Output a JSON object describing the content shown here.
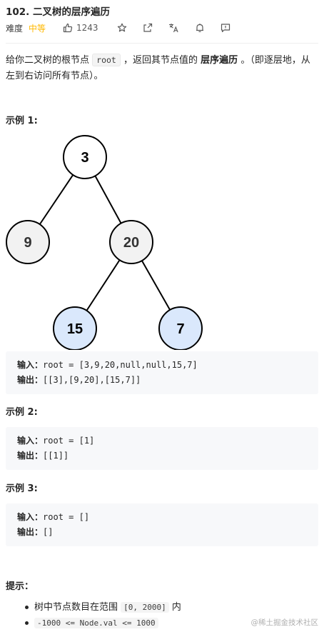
{
  "problem": {
    "title": "102. 二叉树的层序遍历",
    "difficulty_label": "难度",
    "difficulty": "中等",
    "likes": "1243"
  },
  "description": {
    "part1": "给你二叉树的根节点",
    "code_root": "root",
    "part2": "，返回其节点值的",
    "emphasis": "层序遍历",
    "part3": "。（即逐层地，从左到右访问所有节点）。"
  },
  "examples": [
    {
      "title": "示例 1:",
      "input_label": "输入：",
      "input": "root = [3,9,20,null,null,15,7]",
      "output_label": "输出：",
      "output": "[[3],[9,20],[15,7]]"
    },
    {
      "title": "示例 2:",
      "input_label": "输入：",
      "input": "root = [1]",
      "output_label": "输出：",
      "output": "[[1]]"
    },
    {
      "title": "示例 3:",
      "input_label": "输入：",
      "input": "root = []",
      "output_label": "输出：",
      "output": "[]"
    }
  ],
  "tree": {
    "nodes": [
      {
        "label": "3",
        "style": "normal"
      },
      {
        "label": "9",
        "style": "normal"
      },
      {
        "label": "20",
        "style": "normal"
      },
      {
        "label": "15",
        "style": "highlight"
      },
      {
        "label": "7",
        "style": "highlight"
      }
    ],
    "colors": {
      "normal_fill": "#ffffff",
      "leaf_fill": "#f2f2f2",
      "highlight_fill": "#dae8fc",
      "stroke": "#000000"
    }
  },
  "hints": {
    "title": "提示：",
    "items": [
      {
        "pre": "树中节点数目在范围",
        "code": "[0, 2000]",
        "post": "内"
      },
      {
        "pre": "",
        "code": "-1000 <= Node.val <= 1000",
        "post": ""
      }
    ]
  },
  "watermark": "@稀土掘金技术社区",
  "colors": {
    "accent_medium": "#ffb800",
    "code_bg": "#f7f8fa"
  }
}
